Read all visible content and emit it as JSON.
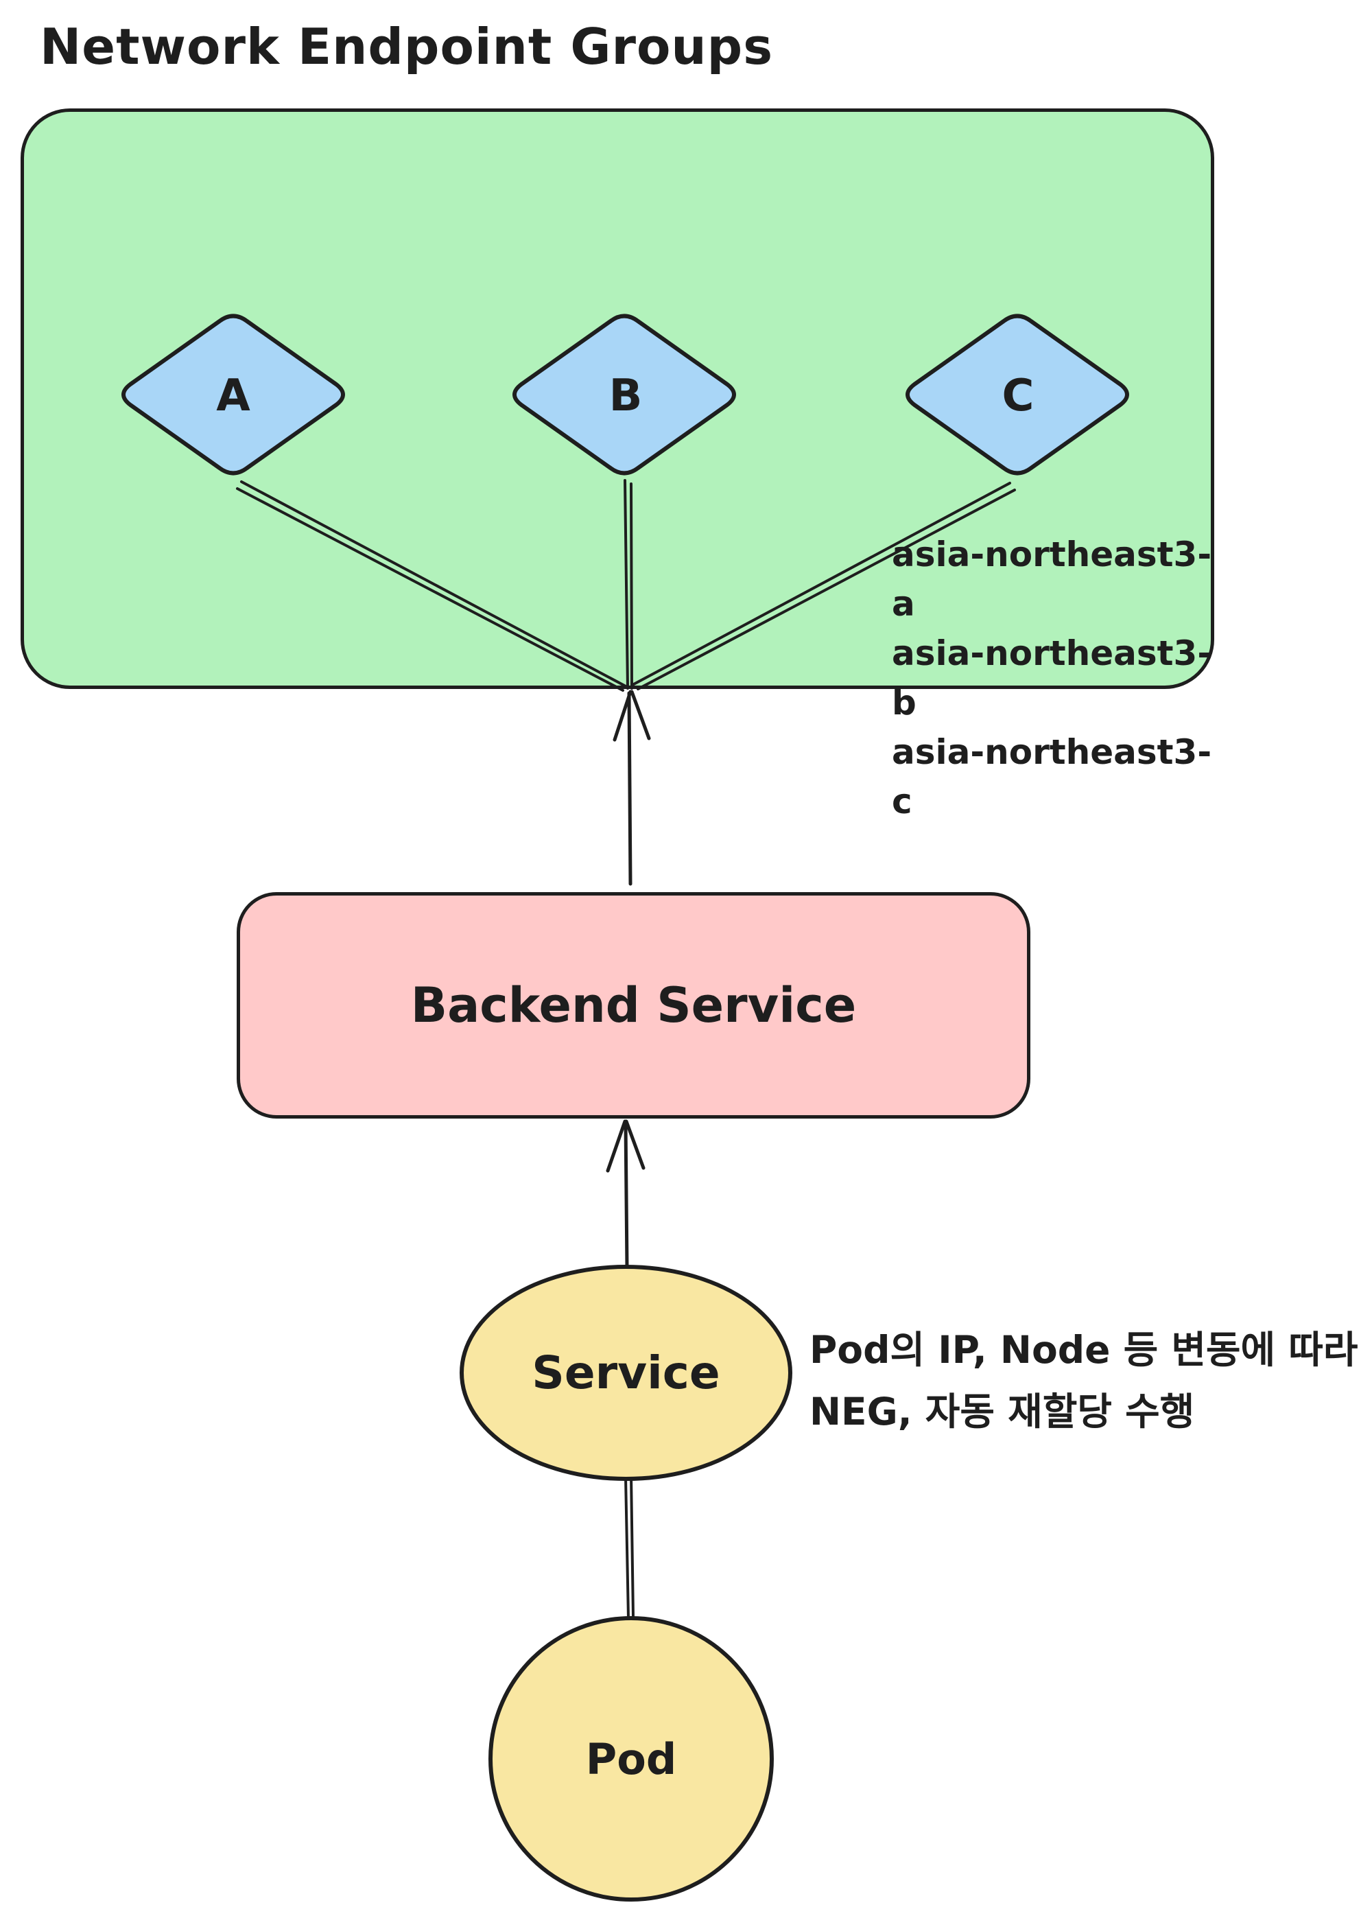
{
  "title": "Network Endpoint Groups",
  "colors": {
    "neg_container_fill": "#b2f2bb",
    "diamond_fill": "#a9d6f7",
    "backend_fill": "#ffc9c9",
    "service_fill": "#f9e7a2",
    "pod_fill": "#f9e7a2",
    "stroke": "#1e1e1e",
    "background": "#ffffff"
  },
  "neg_group": {
    "diamonds": [
      {
        "label": "A"
      },
      {
        "label": "B"
      },
      {
        "label": "C"
      }
    ],
    "zones": [
      "asia-northeast3-a",
      "asia-northeast3-b",
      "asia-northeast3-c"
    ]
  },
  "backend_service": {
    "label": "Backend Service"
  },
  "service": {
    "label": "Service"
  },
  "pod": {
    "label": "Pod"
  },
  "annotation": {
    "line1": "Pod의 IP, Node 등 변동에 따라",
    "line2": "NEG, 자동 재할당 수행"
  }
}
